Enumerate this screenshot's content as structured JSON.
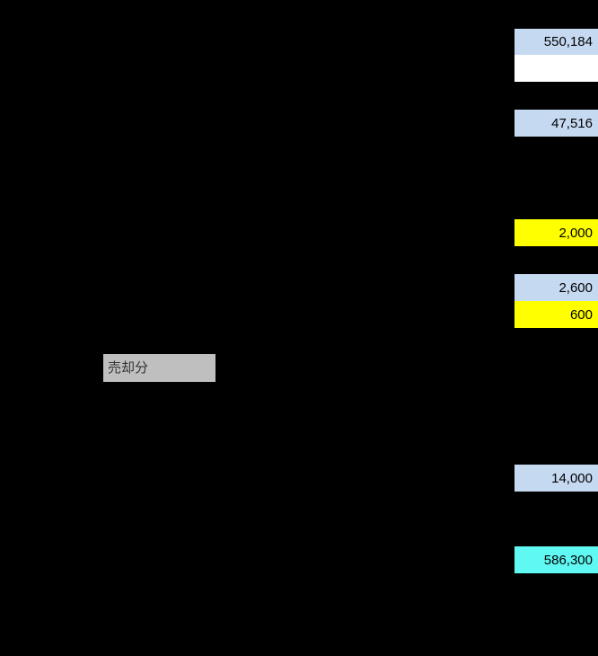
{
  "app": {
    "description": "spreadsheet region on black background with highlighted value cells"
  },
  "colors": {
    "background": "#000000",
    "light_blue_fill": "#C5D9F1",
    "yellow_fill": "#FFFF00",
    "cyan_fill": "#5FF8F2",
    "white_fill": "#FFFFFF",
    "gray_fill": "#BFBFBF",
    "number_text": "#000000",
    "label_text": "#333333"
  },
  "cells": [
    {
      "value": "550,184"
    },
    {
      "value": ""
    },
    {
      "value": "47,516"
    },
    {
      "value": "2,000"
    },
    {
      "value": "2,600"
    },
    {
      "value": "600"
    },
    {
      "value": "14,000"
    },
    {
      "value": "586,300"
    }
  ],
  "label_box": {
    "text": "売却分"
  }
}
